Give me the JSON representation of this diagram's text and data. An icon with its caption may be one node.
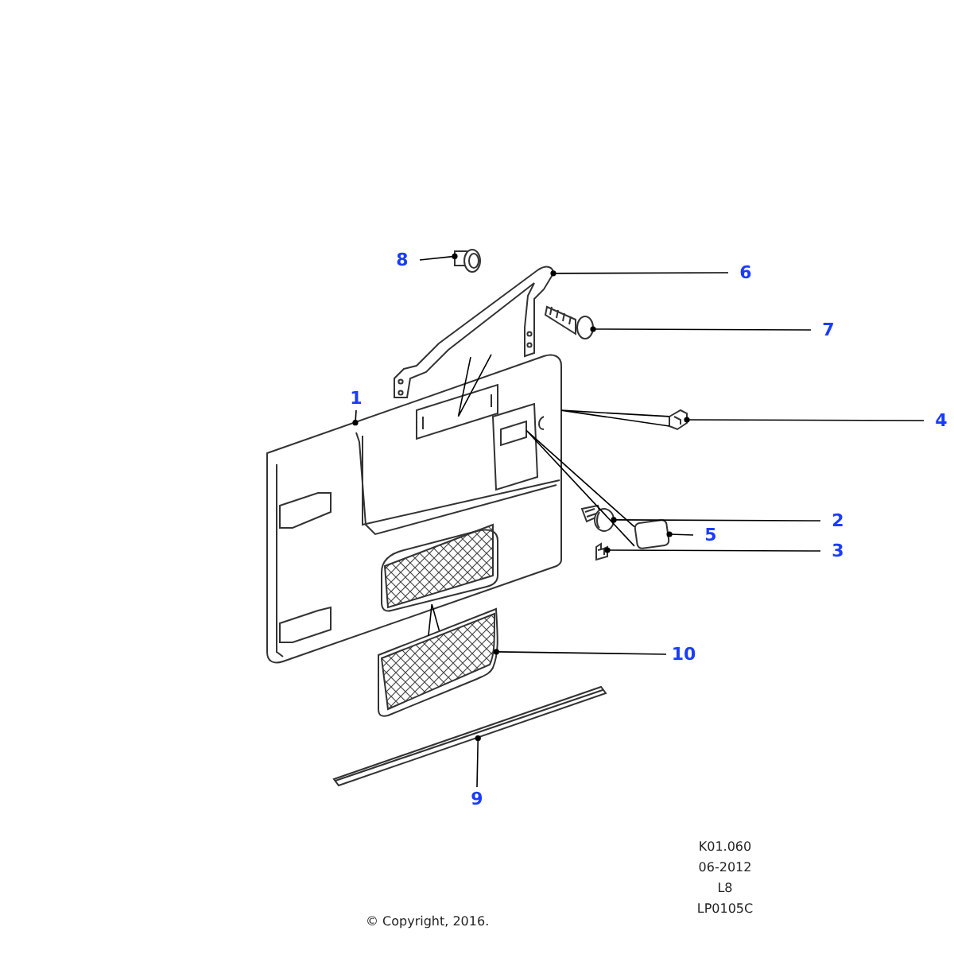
{
  "diagram": {
    "nodes": [
      {
        "text": [
          "8"
        ]
      },
      {
        "text": [
          "6"
        ]
      },
      {
        "text": [
          "7"
        ]
      },
      {
        "text": [
          "1"
        ]
      },
      {
        "text": [
          "4"
        ]
      },
      {
        "text": [
          "5"
        ]
      },
      {
        "text": [
          "2"
        ]
      },
      {
        "text": [
          "3"
        ]
      },
      {
        "text": [
          "10"
        ]
      },
      {
        "text": [
          "9"
        ]
      },
      {
        "text": [],
        "shape": "picture"
      },
      {
        "text": [],
        "shape": "picture"
      },
      {
        "text": [],
        "shape": "picture"
      },
      {
        "text": [],
        "shape": "picture"
      },
      {
        "text": [],
        "shape": "picture"
      },
      {
        "text": [],
        "shape": "box"
      },
      {
        "text": [],
        "shape": "picture"
      },
      {
        "text": [],
        "shape": "picture"
      },
      {
        "text": [],
        "shape": "picture"
      },
      {
        "text": [],
        "shape": "picture"
      }
    ],
    "edges": [
      {
        "from": 0,
        "to": 10,
        "arrow": "other"
      },
      {
        "from": 1,
        "to": 11,
        "arrow": "other"
      },
      {
        "from": 2,
        "to": 12,
        "arrow": "other"
      },
      {
        "from": 3,
        "to": 13,
        "arrow": "other"
      },
      {
        "from": 4,
        "to": 14,
        "arrow": "other"
      },
      {
        "from": 5,
        "to": 15,
        "arrow": "other"
      },
      {
        "from": 6,
        "to": 16,
        "arrow": "other"
      },
      {
        "from": 7,
        "to": 17,
        "arrow": "other"
      },
      {
        "from": 8,
        "to": 18,
        "arrow": "other"
      },
      {
        "from": 9,
        "to": 19,
        "arrow": "other"
      },
      {
        "from": 11,
        "to": 13,
        "arrow": "none"
      },
      {
        "from": 14,
        "to": 13,
        "arrow": "none"
      },
      {
        "from": 15,
        "to": 13,
        "arrow": "none"
      },
      {
        "from": 18,
        "to": 13,
        "arrow": "none"
      }
    ],
    "labels": [
      "K01.060",
      "06-2012",
      "L8",
      "LP0105C",
      "© Copyright, 2016."
    ]
  }
}
